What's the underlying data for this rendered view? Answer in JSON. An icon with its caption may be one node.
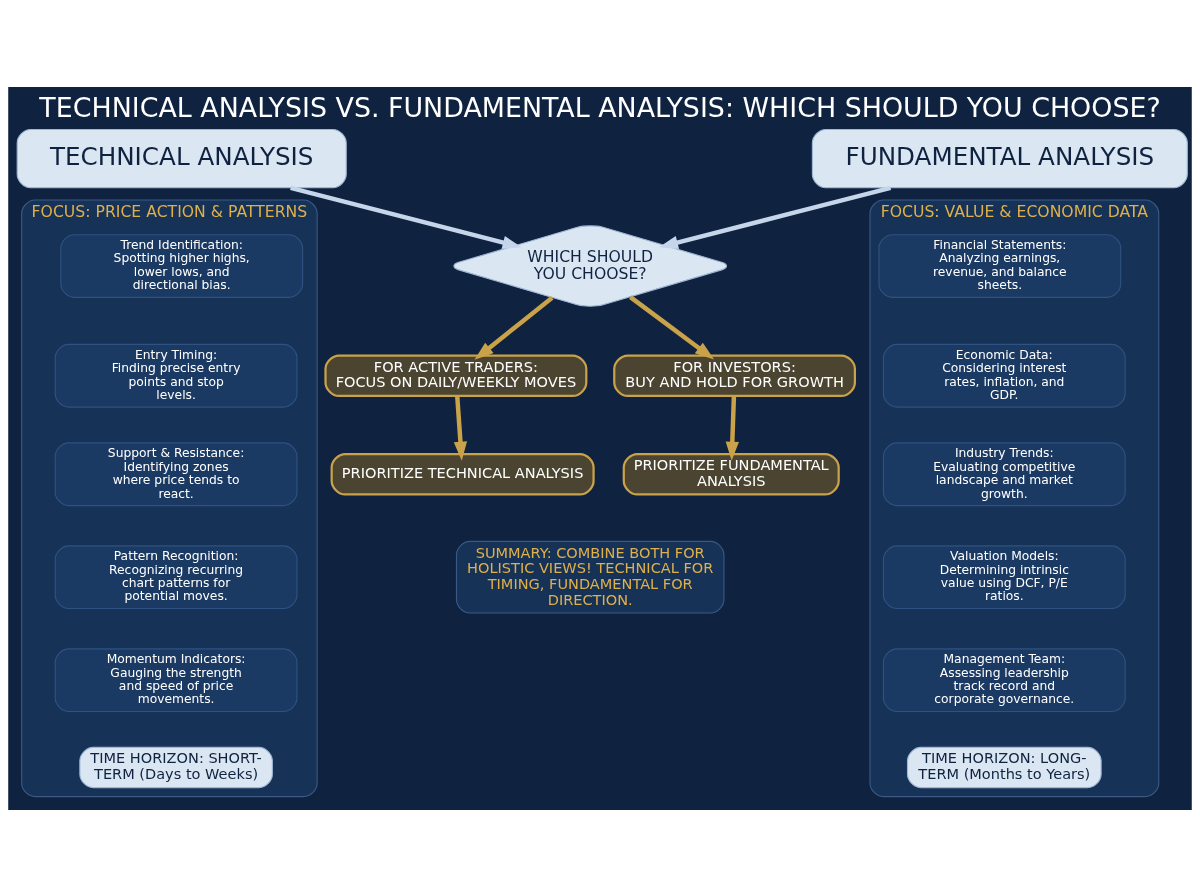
{
  "diagram": {
    "title": "TECHNICAL ANALYSIS VS. FUNDAMENTAL ANALYSIS: WHICH SHOULD YOU CHOOSE?",
    "nodes": [
      {
        "text": [
          "TECHNICAL ANALYSIS"
        ]
      },
      {
        "text": [
          "FUNDAMENTAL ANALYSIS"
        ]
      },
      {
        "text": [
          "FOCUS: PRICE ACTION & PATTERNS"
        ]
      },
      {
        "text": [
          "Trend Identification:",
          "Spotting higher highs, lower lows, and directional bias."
        ],
        "in": 2
      },
      {
        "text": [
          "Entry Timing:",
          "Finding precise entry points and stop levels."
        ],
        "in": 2
      },
      {
        "text": [
          "Support & Resistance:",
          "Identifying zones where price tends to react."
        ],
        "in": 2
      },
      {
        "text": [
          "Pattern Recognition:",
          "Recognizing recurring chart patterns for potential moves."
        ],
        "in": 2
      },
      {
        "text": [
          "Momentum Indicators:",
          "Gauging the strength and speed of price movements."
        ],
        "in": 2
      },
      {
        "text": [
          "TIME HORIZON: SHORT-TERM (Days to Weeks)"
        ],
        "in": 2
      },
      {
        "text": [
          "WHICH SHOULD YOU CHOOSE?"
        ]
      },
      {
        "text": [
          "FOR ACTIVE TRADERS:",
          "FOCUS ON DAILY/WEEKLY MOVES"
        ]
      },
      {
        "text": [
          "FOR INVESTORS:",
          "BUY AND HOLD FOR GROWTH"
        ]
      },
      {
        "text": [
          "PRIORITIZE TECHNICAL ANALYSIS"
        ]
      },
      {
        "text": [
          "PRIORITIZE FUNDAMENTAL ANALYSIS"
        ]
      },
      {
        "text": [
          "SUMMARY: COMBINE BOTH FOR HOLISTIC VIEWS! TECHNICAL FOR TIMING, FUNDAMENTAL FOR DIRECTION."
        ]
      },
      {
        "text": [
          "FOCUS: VALUE & ECONOMIC DATA"
        ]
      },
      {
        "text": [
          "Financial Statements:",
          "Analyzing earnings, revenue, and balance sheets."
        ],
        "in": 15
      },
      {
        "text": [
          "Economic Data:",
          "Considering interest rates, inflation, and GDP."
        ],
        "in": 15
      },
      {
        "text": [
          "Industry Trends:",
          "Evaluating competitive landscape and market growth."
        ],
        "in": 15
      },
      {
        "text": [
          "Valuation Models:",
          "Determining intrinsic value using DCF, P/E ratios."
        ],
        "in": 15
      },
      {
        "text": [
          "Management Team:",
          "Assessing leadership track record and corporate governance."
        ],
        "in": 15
      },
      {
        "text": [
          "TIME HORIZON: LONG-TERM (Months to Years)"
        ],
        "in": 15
      }
    ],
    "edges": [
      {
        "from": 0,
        "to": 9,
        "arrow": "to",
        "color": "#c5d5ea"
      },
      {
        "from": 1,
        "to": 9,
        "arrow": "to",
        "color": "#c5d5ea"
      },
      {
        "from": 9,
        "to": 10,
        "arrow": "to"
      },
      {
        "from": 9,
        "to": 11,
        "arrow": "to"
      },
      {
        "from": 10,
        "to": 12,
        "arrow": "to"
      },
      {
        "from": 11,
        "to": 13,
        "arrow": "to"
      }
    ]
  }
}
